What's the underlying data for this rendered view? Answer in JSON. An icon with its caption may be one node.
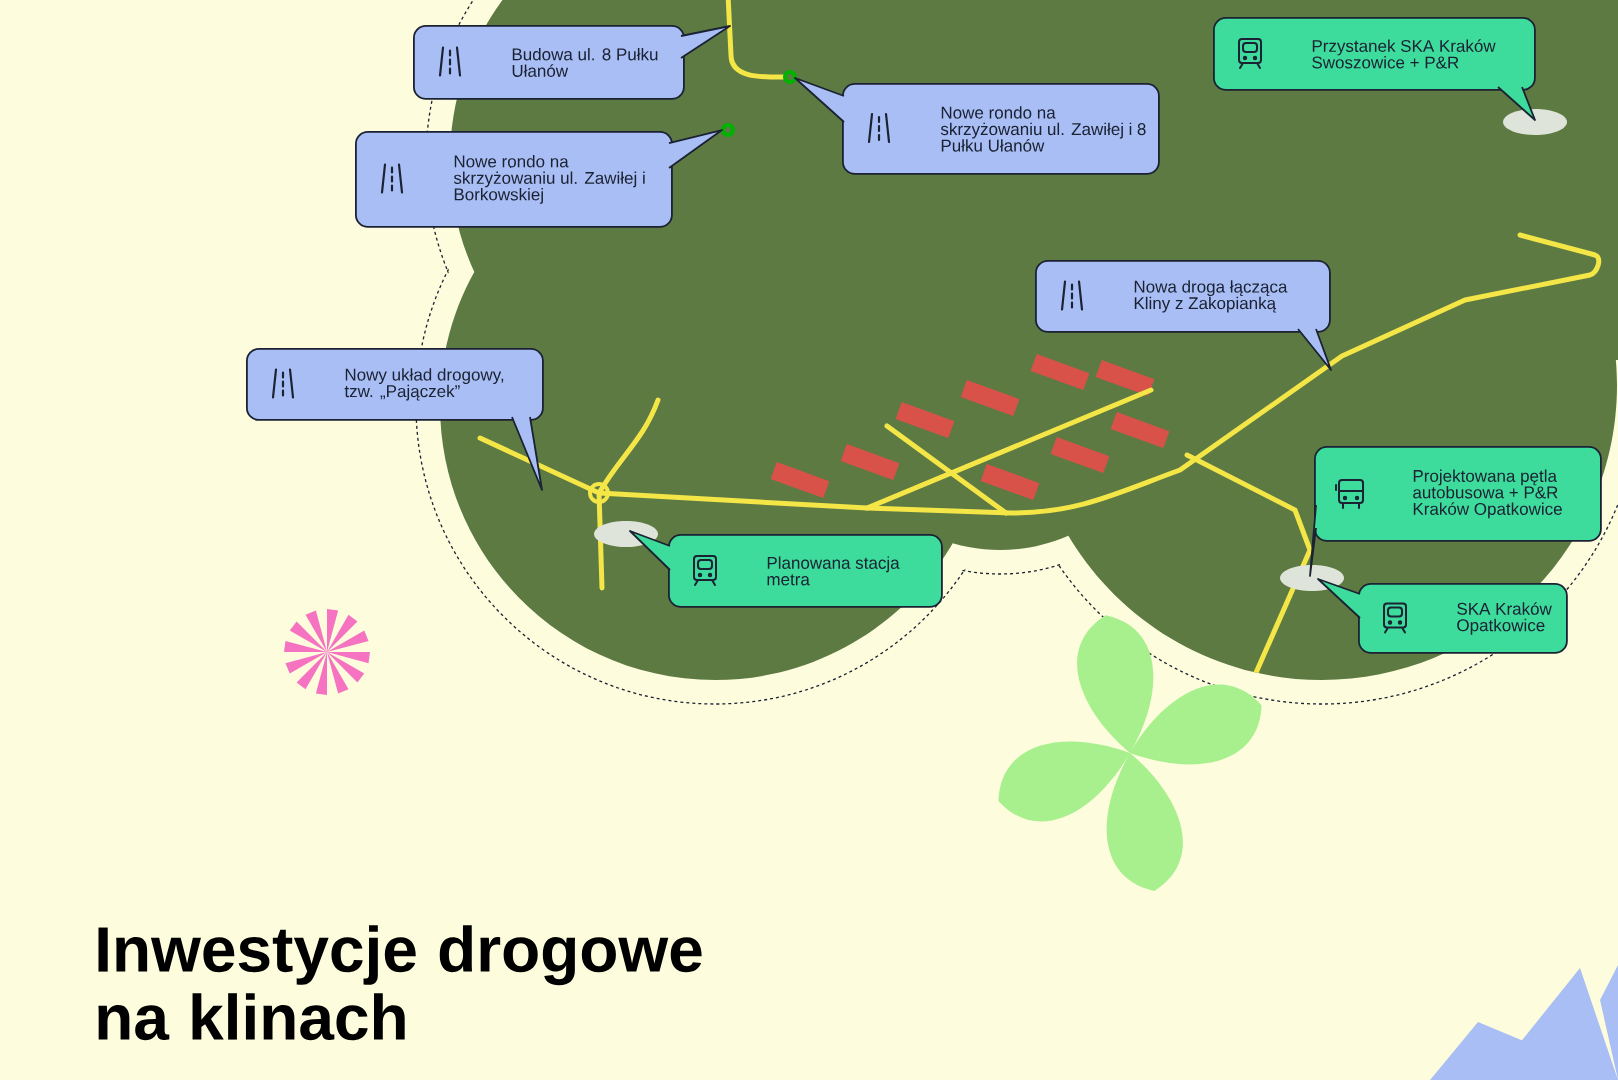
{
  "diagram": {
    "title": "Inwestycje drogowe na klinach",
    "nodes": [
      {
        "text": [
          "Budowa ul. 8 Pułku Ułanów"
        ]
      },
      {
        "text": [
          "Przystanek SKA Kraków Swoszowice + P&R"
        ]
      },
      {
        "text": [
          "Nowe rondo na skrzyżowaniu ul. Zawiłej i 8 Pułku Ułanów"
        ]
      },
      {
        "text": [
          "Nowe rondo na skrzyżowaniu ul. Zawiłej i Borkowskiej"
        ]
      },
      {
        "text": [
          "Nowa droga łącząca Kliny z Zakopianką"
        ]
      },
      {
        "text": [
          "Nowy układ drogowy, tzw. „Pajączek”"
        ]
      },
      {
        "text": [
          "Projektowana pętla autobusowa + P&R Kraków Opatkowice"
        ]
      },
      {
        "text": [
          "Planowana stacja metra"
        ]
      },
      {
        "text": [
          "SKA Kraków Opatkowice"
        ]
      }
    ]
  }
}
